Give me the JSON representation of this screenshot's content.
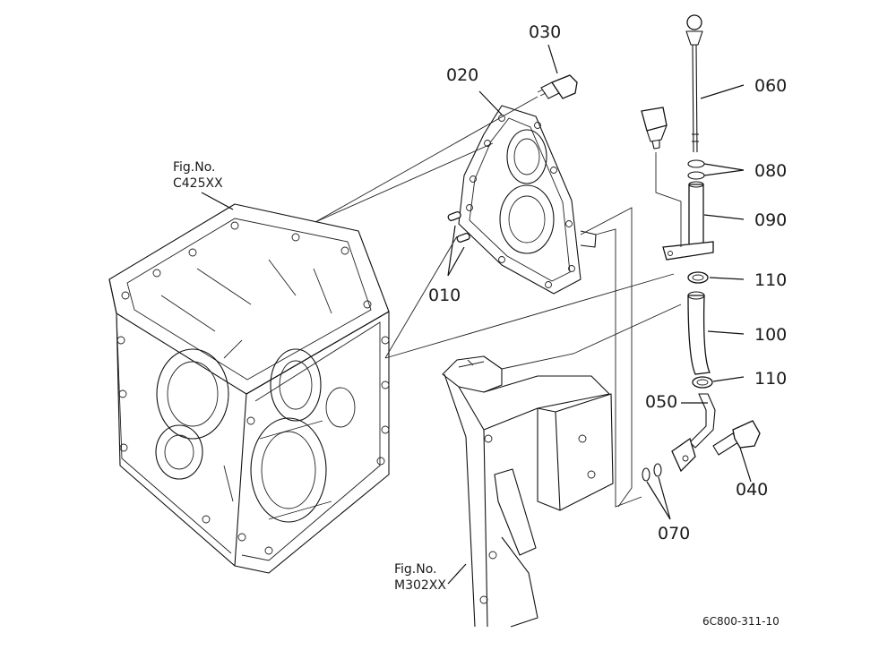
{
  "callouts": {
    "c010": "010",
    "c020": "020",
    "c030": "030",
    "c040": "040",
    "c050": "050",
    "c060": "060",
    "c070": "070",
    "c080": "080",
    "c090": "090",
    "c100": "100",
    "c110a": "110",
    "c110b": "110"
  },
  "refs": {
    "ref1_line1": "Fig.No.",
    "ref1_line2": "C425XX",
    "ref2_line1": "Fig.No.",
    "ref2_line2": "M302XX"
  },
  "drawing_code": "6C800-311-10"
}
